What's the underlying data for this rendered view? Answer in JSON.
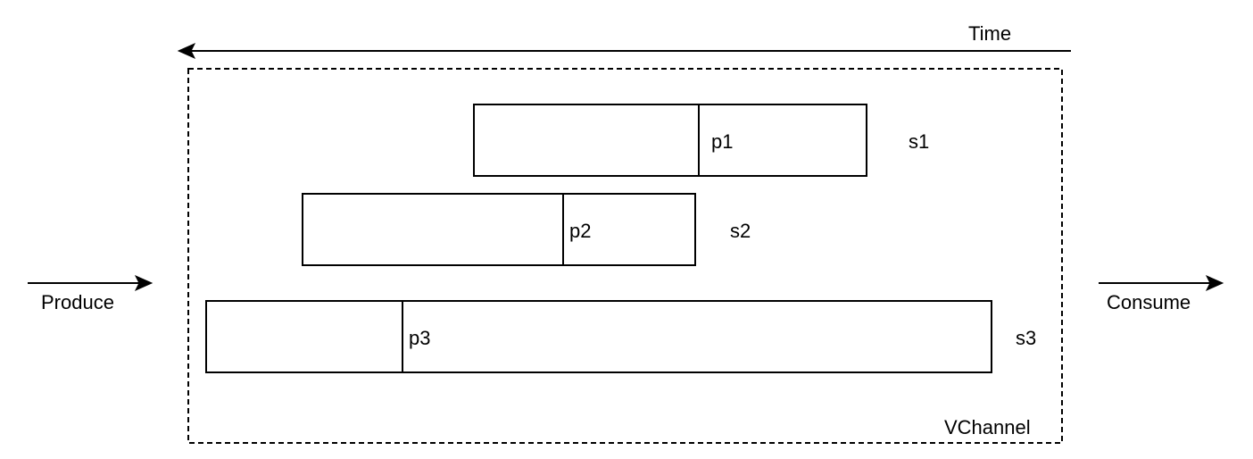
{
  "time_label": "Time",
  "produce_label": "Produce",
  "consume_label": "Consume",
  "container_label": "VChannel",
  "segments": [
    {
      "label": "s1",
      "marker": "p1"
    },
    {
      "label": "s2",
      "marker": "p2"
    },
    {
      "label": "s3",
      "marker": "p3"
    }
  ]
}
